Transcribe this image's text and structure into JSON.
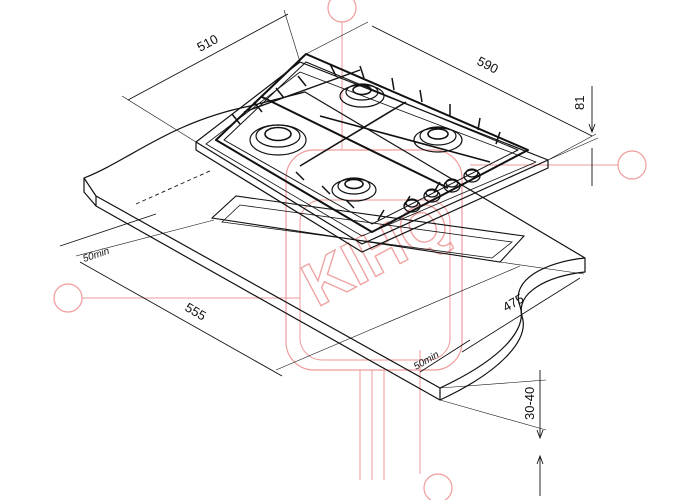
{
  "dimensions": {
    "width_hob": "510",
    "depth_hob": "590",
    "height_hob": "81",
    "cutout_width": "555",
    "cutout_depth": "475",
    "min_front": "50min",
    "min_side": "50min",
    "countertop_thickness": "30-40"
  },
  "watermark": {
    "text": "KIHQ"
  },
  "colors": {
    "line": "#111111",
    "watermark": "#e35a5a"
  }
}
